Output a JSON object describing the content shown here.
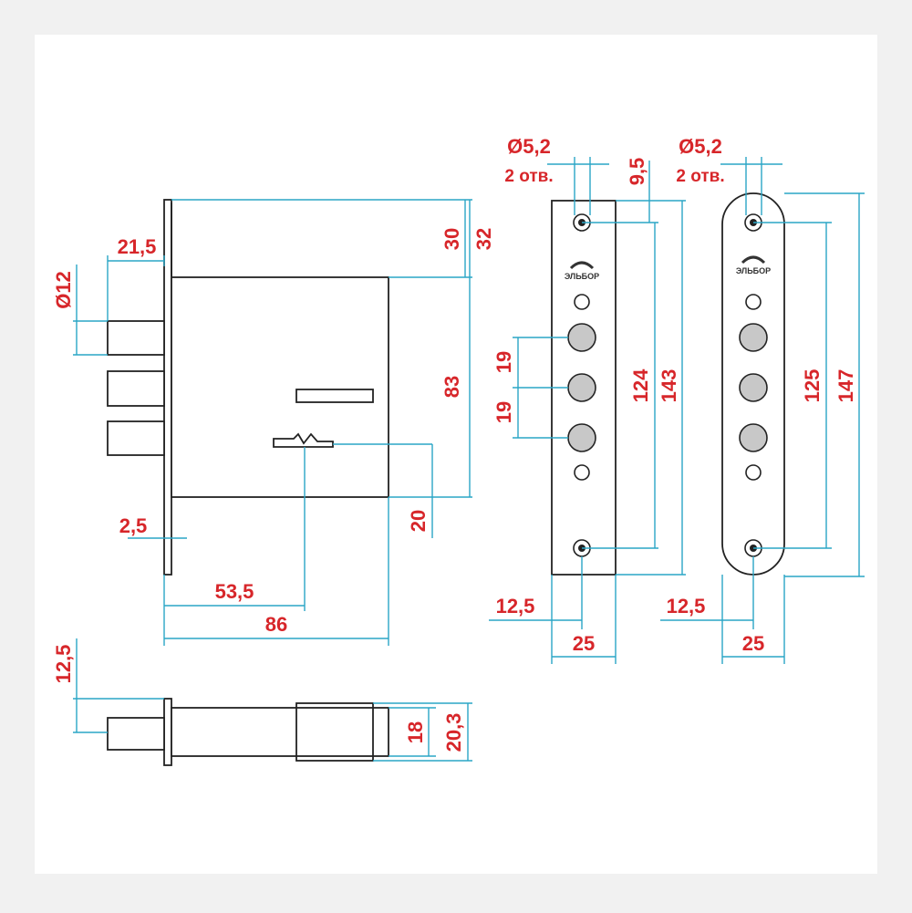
{
  "colors": {
    "background": "#f1f1f1",
    "panel": "#ffffff",
    "dimension_text": "#d7262a",
    "dimension_line": "#2aa6c6",
    "outline": "#222222",
    "pin_fill": "#c8c8c8"
  },
  "lock_front": {
    "d_bolt": "Ø12",
    "bolt_protrusion": "21,5",
    "top_to_case": "30",
    "top_to_bolt": "32",
    "case_height": "83",
    "keyhole_to_bottom": "20",
    "faceplate_thickness": "2,5",
    "backset": "53,5",
    "case_width": "86"
  },
  "lock_side": {
    "bolt_offset": "12,5",
    "case_thickness": "18",
    "faceplate_width": "20,3"
  },
  "strike_plate_1": {
    "hole_diameter": "Ø5,2",
    "hole_count": "2 отв.",
    "hole_offset": "9,5",
    "bolt_spacing_1": "19",
    "bolt_spacing_2": "19",
    "hole_spacing": "124",
    "plate_length": "143",
    "hole_center": "12,5",
    "plate_width": "25",
    "brand": "ЭЛЬБОР"
  },
  "strike_plate_2": {
    "hole_diameter": "Ø5,2",
    "hole_count": "2 отв.",
    "hole_spacing": "125",
    "plate_length": "147",
    "hole_center": "12,5",
    "plate_width": "25",
    "brand": "ЭЛЬБОР"
  }
}
